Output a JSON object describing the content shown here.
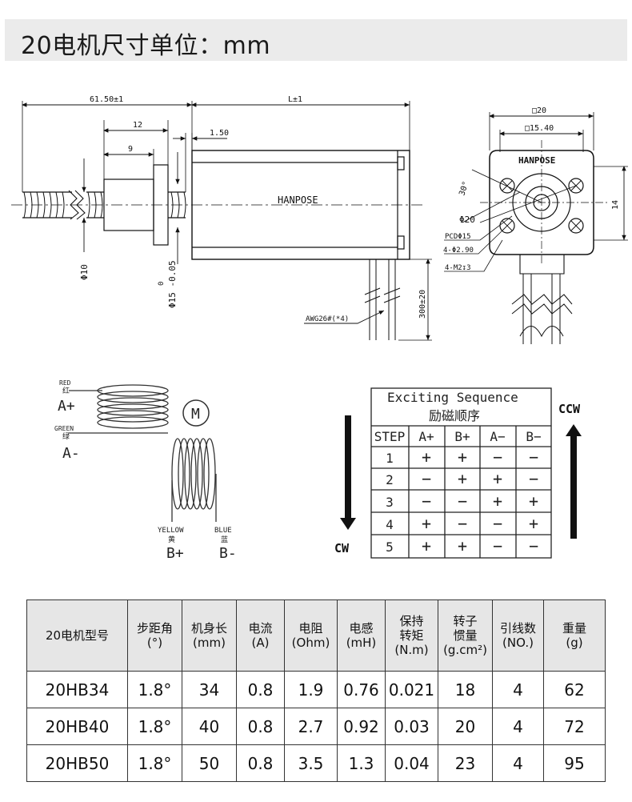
{
  "title": "20电机尺寸单位：mm",
  "drawing": {
    "brand": "HANPOSE",
    "dim_total": "61.50±1",
    "dim_body": "L±1",
    "dim_12": "12",
    "dim_9": "9",
    "dim_150": "1.50",
    "dim_shaft": "Φ10",
    "dim_boss_0": "0",
    "dim_boss": "Φ15 -0.05",
    "dim_wire_len": "300±20",
    "wire_label": "AWG26#(*4)",
    "dim_sq20": "□20",
    "dim_sq1540": "□15.40",
    "dim_14": "14",
    "dim_30deg": "30°",
    "dim_phi20": "Φ20",
    "dim_pcd": "PCDΦ15",
    "dim_holes": "4-Φ2.90",
    "dim_m2": "4-M2↧3"
  },
  "wiring": {
    "red_en": "RED",
    "red_cn": "红",
    "a_plus": "A+",
    "green_en": "GREEN",
    "green_cn": "绿",
    "a_minus": "A-",
    "yellow_en": "YELLOW",
    "yellow_cn": "黄",
    "b_plus": "B+",
    "blue_en": "BLUE",
    "blue_cn": "蓝",
    "b_minus": "B-",
    "motor": "M"
  },
  "sequence": {
    "title_en": "Exciting Sequence",
    "title_cn": "励磁顺序",
    "headers": [
      "STEP",
      "A+",
      "B+",
      "A−",
      "B−"
    ],
    "rows": [
      [
        "1",
        "+",
        "+",
        "−",
        "−"
      ],
      [
        "2",
        "−",
        "+",
        "+",
        "−"
      ],
      [
        "3",
        "−",
        "−",
        "+",
        "+"
      ],
      [
        "4",
        "+",
        "−",
        "−",
        "+"
      ],
      [
        "5",
        "+",
        "+",
        "−",
        "−"
      ]
    ],
    "cw": "CW",
    "ccw": "CCW"
  },
  "spec_table": {
    "headers": [
      [
        "20电机型号"
      ],
      [
        "步距角",
        "(°)"
      ],
      [
        "机身长",
        "(mm)"
      ],
      [
        "电流",
        "(A)"
      ],
      [
        "电阻",
        "(Ohm)"
      ],
      [
        "电感",
        "(mH)"
      ],
      [
        "保持",
        "转矩",
        "(N.m)"
      ],
      [
        "转子",
        "惯量",
        "(g.cm²)"
      ],
      [
        "引线数",
        "(NO.)"
      ],
      [
        "重量",
        "(g)"
      ]
    ],
    "rows": [
      [
        "20HB34",
        "1.8°",
        "34",
        "0.8",
        "1.9",
        "0.76",
        "0.021",
        "18",
        "4",
        "62"
      ],
      [
        "20HB40",
        "1.8°",
        "40",
        "0.8",
        "2.7",
        "0.92",
        "0.03",
        "20",
        "4",
        "72"
      ],
      [
        "20HB50",
        "1.8°",
        "50",
        "0.8",
        "3.5",
        "1.3",
        "0.04",
        "23",
        "4",
        "95"
      ]
    ]
  }
}
